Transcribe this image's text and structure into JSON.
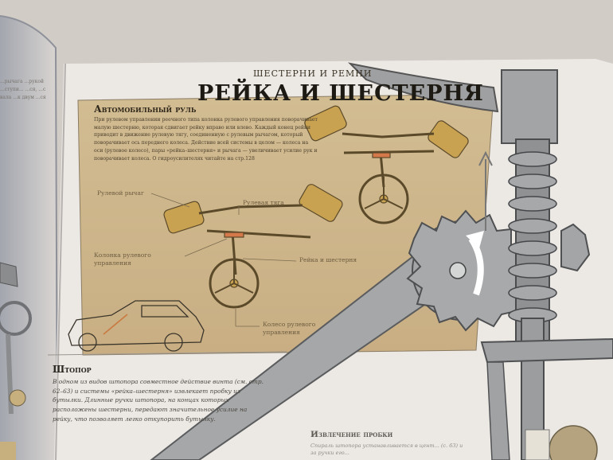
{
  "page": {
    "header": "ШЕСТЕРНИ И РЕМНИ",
    "title": "РЕЙКА И ШЕСТЕРНЯ"
  },
  "section_car": {
    "heading": "Автомобильный руль",
    "paragraph": "При рулевом управлении реечного типа колонка рулевого управления поворачивает малую шестерню, которая сдвигает рейку вправо или влево. Каждый конец рейки приводит в движение рулевую тягу, соединенную с рулевым рычагом, который поворачивает ось переднего колеса. Действие всей системы в целом — колеса на оси (рулевое колесо), пары «рейка–шестерня» и рычага — увеличивает усилие рук и поворачивает колеса. О гидроусилителях читайте на стр.128",
    "labels": {
      "lever": "Рулевой рычаг",
      "tie_rod": "Рулевая тяга",
      "column": "Колонка рулевого управления",
      "rack": "Рейка и шестерня",
      "wheel": "Колесо рулевого управления"
    }
  },
  "section_corkscrew": {
    "heading": "Штопор",
    "paragraph": "В одном из видов штопора совместное действие винта (см. стр. 62–63) и системы «рейка–шестерня» извлекает пробку из бутылки. Длинные ручки штопора, на концах которых расположены шестерни, передают значительное усилие на рейку, что позволяет легко откупорить бутылку."
  },
  "section_cork": {
    "heading": "Извлечение пробки",
    "paragraph": "Спираль штопора устанавливается в цент... (с. 63) и за ручки его..."
  },
  "left_page": {
    "fragment": "...рычага ...рукой ...ступи... ...ся, ...с вала ...к двум ...ся"
  },
  "colors": {
    "panel": "#ccb48a",
    "paper": "#ebe7e2",
    "metal": "#9c9e9e",
    "background": "#cfcac3"
  }
}
